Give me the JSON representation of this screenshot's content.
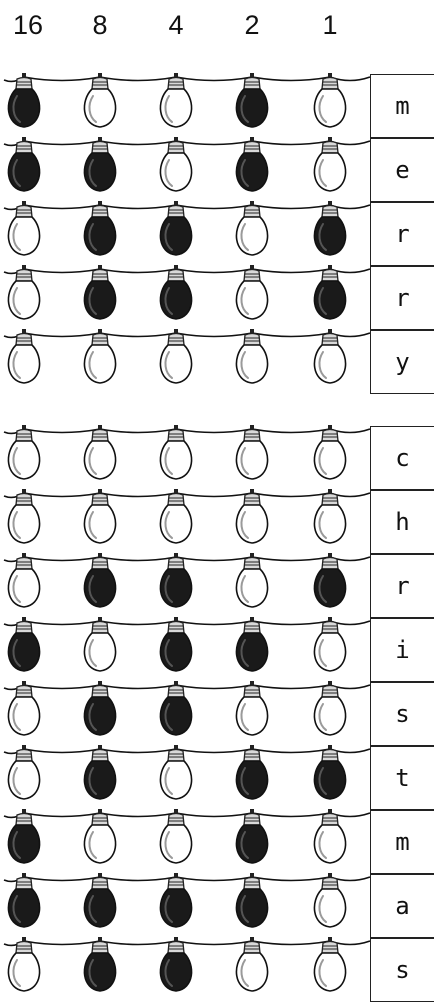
{
  "place_values": [
    "16",
    "8",
    "4",
    "2",
    "1"
  ],
  "words": [
    {
      "rows": [
        {
          "letter": "m",
          "bulbs": [
            "dark",
            "light",
            "light",
            "dark",
            "light"
          ]
        },
        {
          "letter": "e",
          "bulbs": [
            "dark",
            "dark",
            "light",
            "dark",
            "light"
          ]
        },
        {
          "letter": "r",
          "bulbs": [
            "light",
            "dark",
            "dark",
            "light",
            "dark"
          ]
        },
        {
          "letter": "r",
          "bulbs": [
            "light",
            "dark",
            "dark",
            "light",
            "dark"
          ]
        },
        {
          "letter": "y",
          "bulbs": [
            "light",
            "light",
            "light",
            "light",
            "light"
          ]
        }
      ]
    },
    {
      "rows": [
        {
          "letter": "c",
          "bulbs": [
            "light",
            "light",
            "light",
            "light",
            "light"
          ]
        },
        {
          "letter": "h",
          "bulbs": [
            "light",
            "light",
            "light",
            "light",
            "light"
          ]
        },
        {
          "letter": "r",
          "bulbs": [
            "light",
            "dark",
            "dark",
            "light",
            "dark"
          ]
        },
        {
          "letter": "i",
          "bulbs": [
            "dark",
            "light",
            "dark",
            "dark",
            "light"
          ]
        },
        {
          "letter": "s",
          "bulbs": [
            "light",
            "dark",
            "dark",
            "light",
            "light"
          ]
        },
        {
          "letter": "t",
          "bulbs": [
            "light",
            "dark",
            "light",
            "dark",
            "dark"
          ]
        },
        {
          "letter": "m",
          "bulbs": [
            "dark",
            "light",
            "light",
            "dark",
            "light"
          ]
        },
        {
          "letter": "a",
          "bulbs": [
            "dark",
            "dark",
            "dark",
            "dark",
            "light"
          ]
        },
        {
          "letter": "s",
          "bulbs": [
            "light",
            "dark",
            "dark",
            "light",
            "light"
          ]
        }
      ]
    }
  ],
  "colors": {
    "bulb_dark": "#1a1a1a",
    "bulb_light": "#ffffff",
    "wire": "#111111",
    "cap": "#d9d9d9"
  }
}
